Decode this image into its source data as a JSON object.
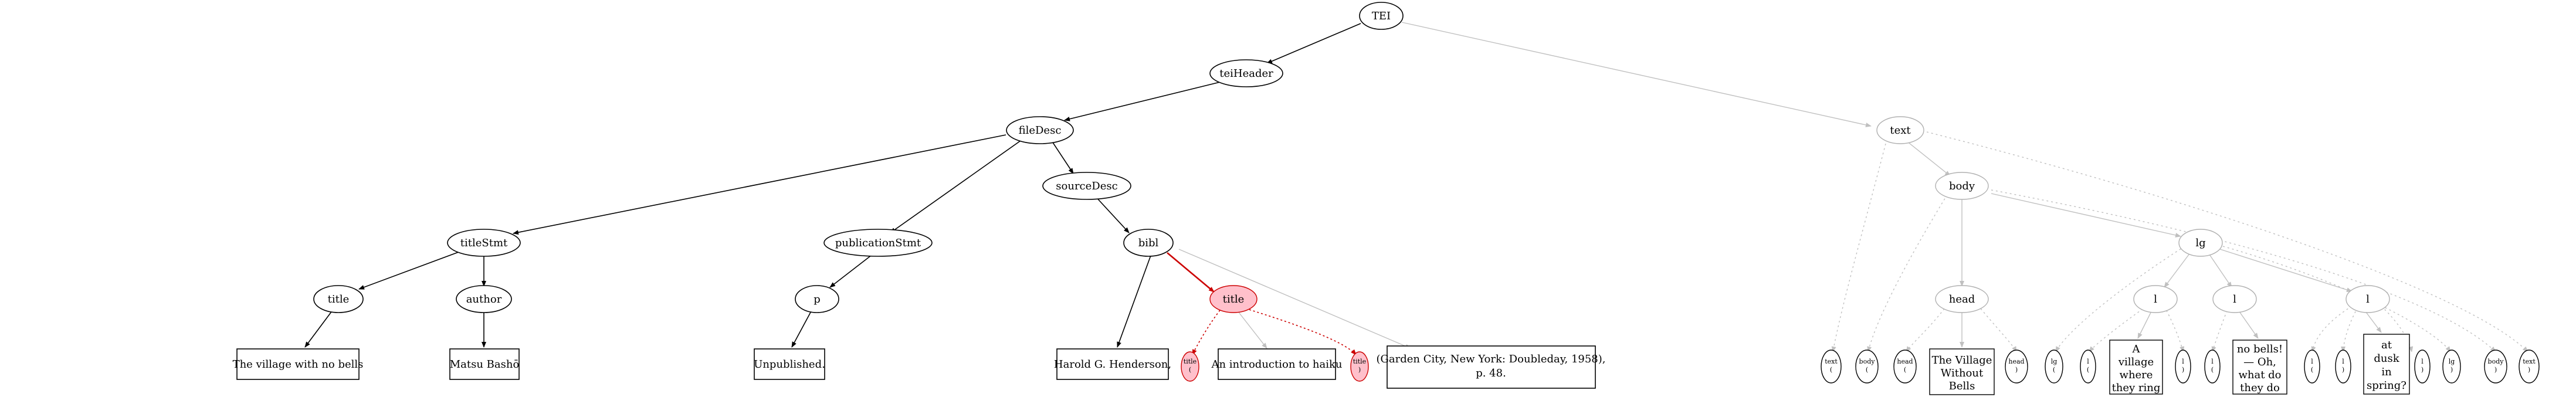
{
  "colors": {
    "solid_edge": "#000000",
    "gray_edge": "#c0c0c0",
    "highlight_edge": "#cc0000",
    "highlight_fill": "#ffc0cb",
    "node_stroke": "#000000",
    "gray_stroke": "#b0b0b0"
  },
  "nodes": {
    "tei": "TEI",
    "teiheader": "teiHeader",
    "filedesc": "fileDesc",
    "titlestmt": "titleStmt",
    "title1": "title",
    "author": "author",
    "title_text": "The village with no bells",
    "author_text": "Matsu Bashō",
    "publicationstmt": "publicationStmt",
    "p": "p",
    "unpublished": "Unpublished.",
    "sourcedesc": "sourceDesc",
    "bibl": "bibl",
    "bibl_author": "Harold G. Henderson,",
    "title2": "title",
    "title_open": [
      "title",
      "("
    ],
    "title2_text": "An introduction to haiku",
    "title_close": [
      "title",
      ")"
    ],
    "imprint": [
      "(Garden City, New York: Doubleday, 1958),",
      "p. 48."
    ],
    "text": "text",
    "body": "body",
    "head": "head",
    "lg": "lg",
    "l1": "l",
    "l2": "l",
    "l3": "l",
    "text_open": [
      "text",
      "("
    ],
    "body_open": [
      "body",
      "("
    ],
    "head_open": [
      "head",
      "("
    ],
    "head_content": [
      "The Village",
      "Without",
      "Bells"
    ],
    "head_close": [
      "head",
      ")"
    ],
    "lg_open": [
      "lg",
      "("
    ],
    "l1_open": [
      "l",
      "("
    ],
    "l1_content": [
      "A",
      "village",
      "where",
      "they ring"
    ],
    "l1_close": [
      "l",
      ")"
    ],
    "l2_open": [
      "l",
      "("
    ],
    "l2_content": [
      "no bells!",
      "— Oh,",
      "what do",
      "they do"
    ],
    "l3_open": [
      "l",
      "("
    ],
    "l3_close": [
      "l",
      ")"
    ],
    "l3_content": [
      "at",
      "dusk",
      "in",
      "spring?"
    ],
    "l3_close2": [
      "l",
      ")"
    ],
    "lg_close": [
      "lg",
      ")"
    ],
    "body_close": [
      "body",
      ")"
    ],
    "text_close": [
      "text",
      ")"
    ]
  }
}
